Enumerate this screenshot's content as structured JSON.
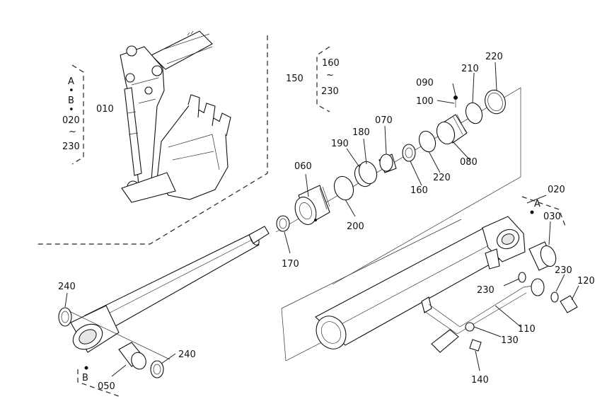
{
  "group_labels": {
    "a": "A",
    "b": "B",
    "sep": "•",
    "tilde": "~",
    "p020": "020",
    "p230": "230",
    "p160": "160",
    "p150": "150"
  },
  "parts": {
    "p010": "010",
    "p020": "020",
    "p030": "030",
    "p050": "050",
    "p060": "060",
    "p070": "070",
    "p080": "080",
    "p090": "090",
    "p100": "100",
    "p110": "110",
    "p120": "120",
    "p130": "130",
    "p140": "140",
    "p150": "150",
    "p160a": "160",
    "p160b": "160",
    "p170": "170",
    "p180": "180",
    "p190": "190",
    "p200": "200",
    "p210": "210",
    "p220a": "220",
    "p220b": "220",
    "p230a": "230",
    "p230b": "230",
    "p230c": "230",
    "p240a": "240",
    "p240b": "240"
  },
  "markers": {
    "a": "A",
    "b": "B"
  }
}
